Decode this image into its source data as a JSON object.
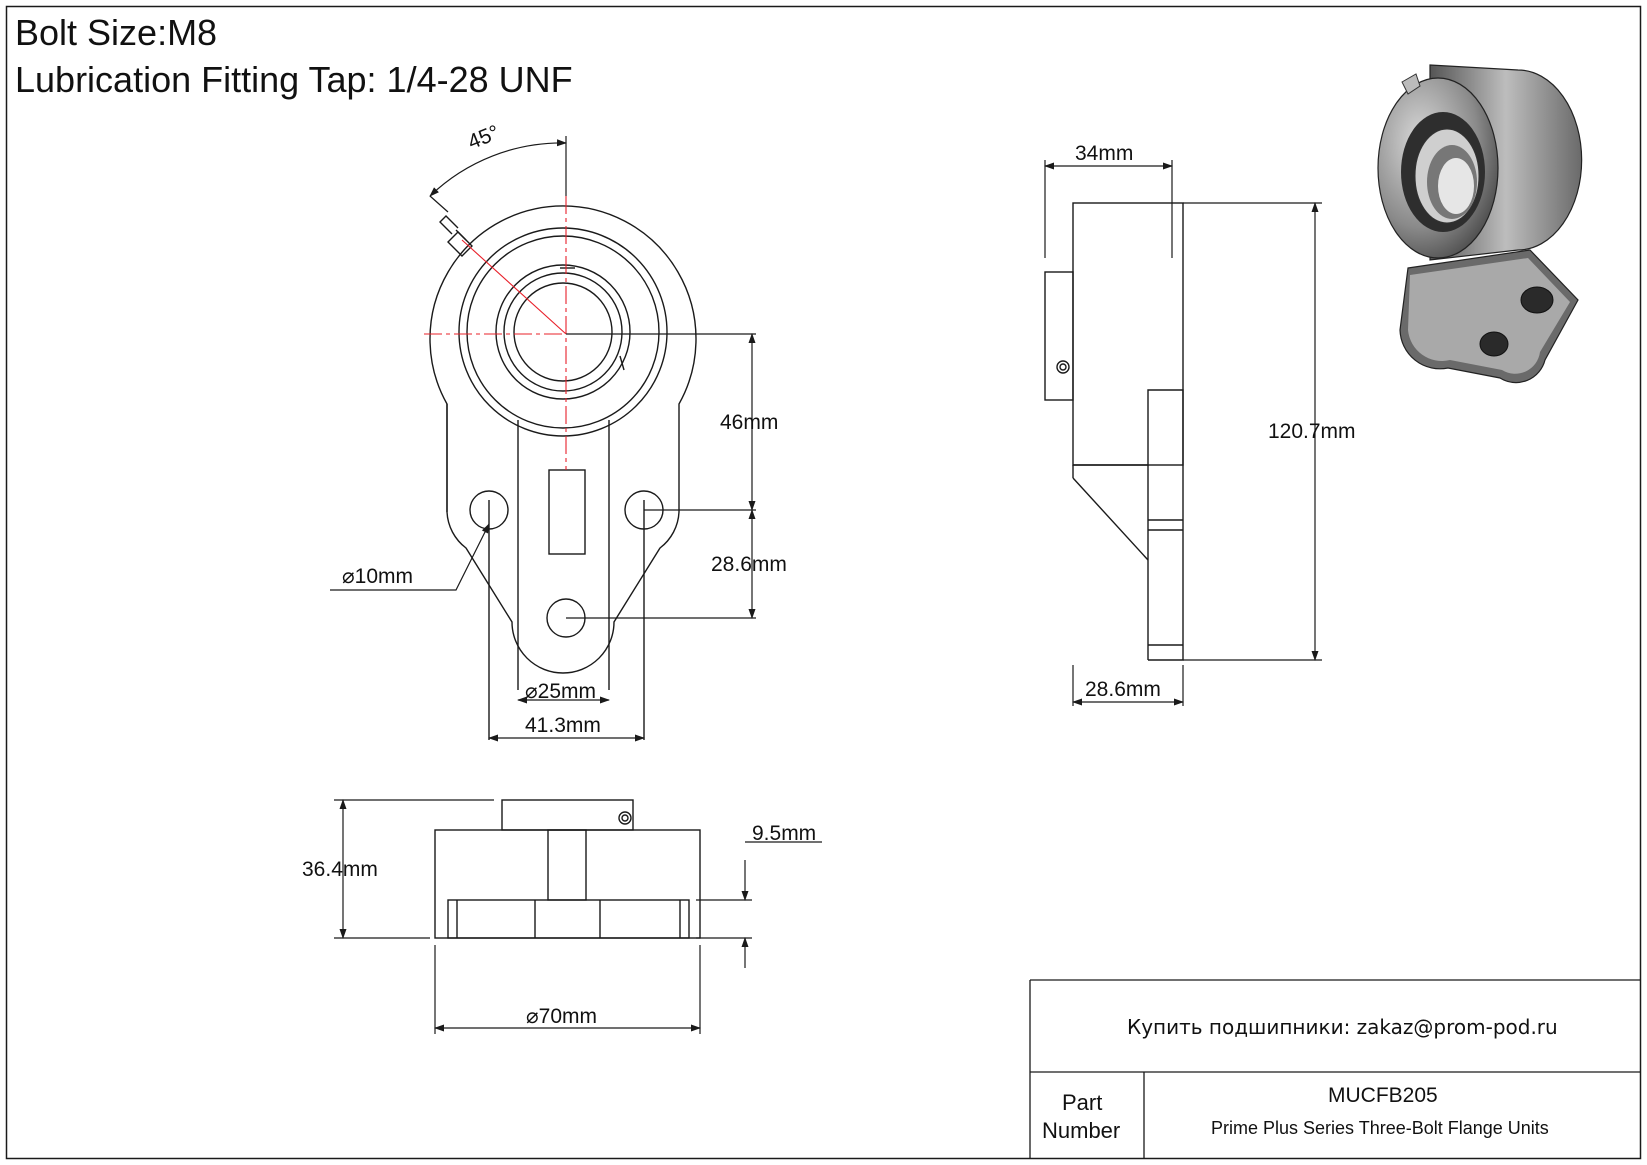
{
  "header": {
    "bolt_size": "Bolt Size:M8",
    "lubrication": "Lubrication Fitting Tap: 1/4-28 UNF"
  },
  "dimensions": {
    "angle": "45°",
    "width_34": "34mm",
    "height_46": "46mm",
    "height_120": "120.7mm",
    "dia_10": "⌀10mm",
    "height_28_front": "28.6mm",
    "dia_25": "⌀25mm",
    "width_41": "41.3mm",
    "width_28_side": "28.6mm",
    "height_36": "36.4mm",
    "thick_9": "9.5mm",
    "dia_70": "⌀70mm"
  },
  "title_block": {
    "contact": "Купить подшипники: zakaz@prom-pod.ru",
    "part_label_1": "Part",
    "part_label_2": "Number",
    "part_number": "MUCFB205",
    "description": "Prime Plus Series Three-Bolt Flange Units"
  },
  "colors": {
    "line": "#1a1a1a",
    "centerline": "#e8202a",
    "background": "#ffffff"
  }
}
